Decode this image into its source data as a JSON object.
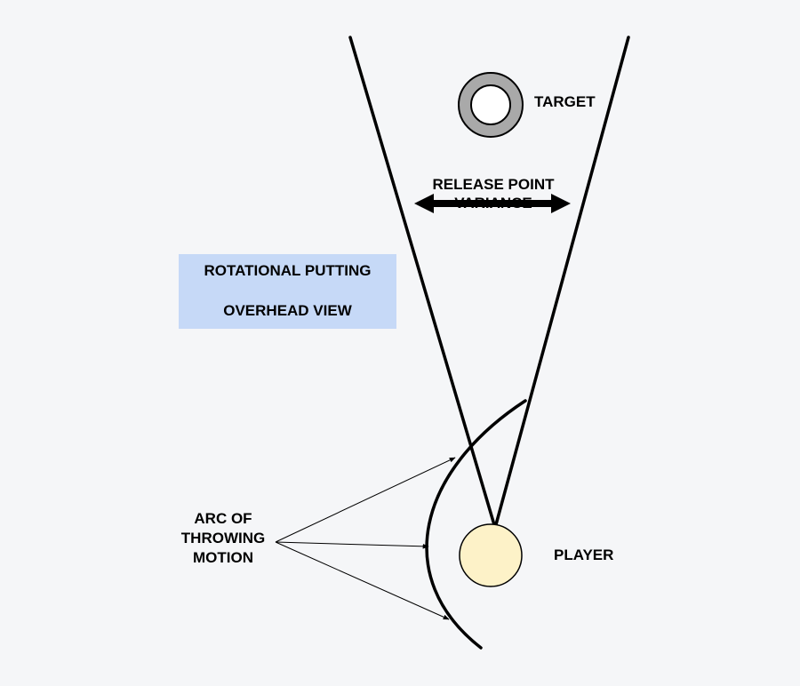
{
  "title": {
    "line1": "ROTATIONAL PUTTING",
    "line2": "OVERHEAD VIEW"
  },
  "labels": {
    "target": "TARGET",
    "release_line1": "RELEASE POINT",
    "release_line2": "VARIANCE",
    "player": "PLAYER",
    "arc_line1": "ARC OF",
    "arc_line2": "THROWING",
    "arc_line3": "MOTION"
  },
  "colors": {
    "background": "#f5f6f8",
    "title_box": "#c6d9f7",
    "target_ring": "#a9a9a9",
    "player": "#fdf2c8",
    "line": "#000000"
  }
}
